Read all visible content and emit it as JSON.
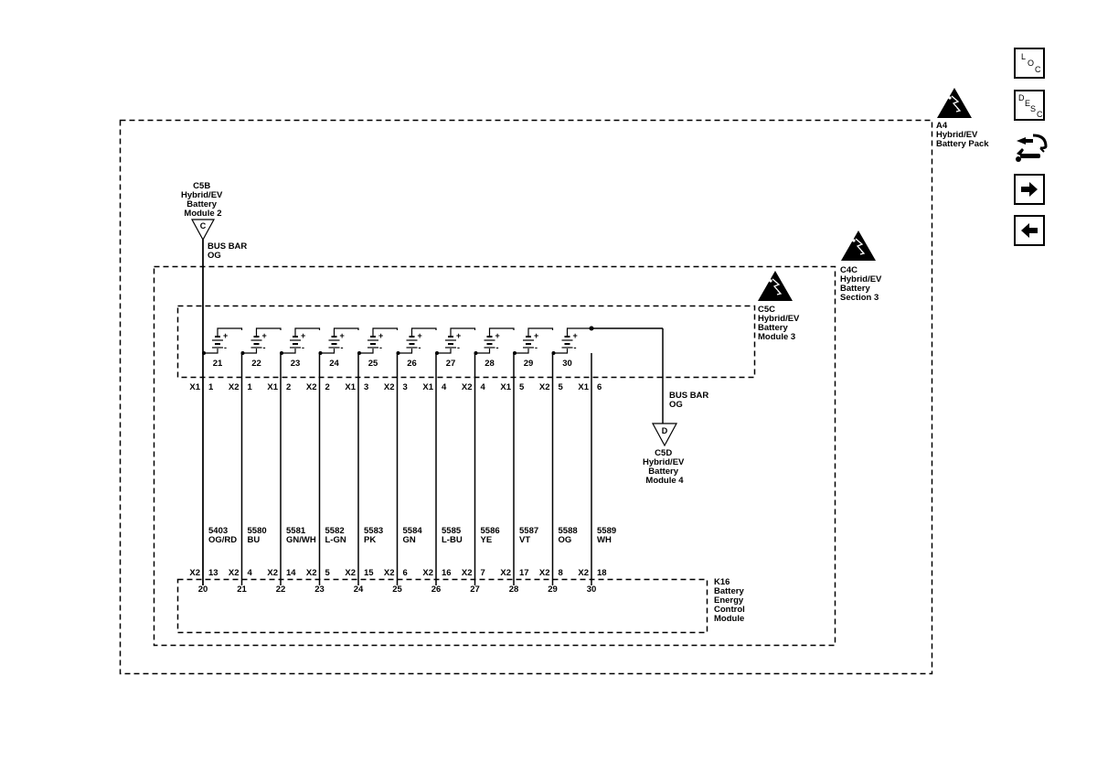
{
  "components": {
    "a4": {
      "id": "A4",
      "lines": [
        "Hybrid/EV",
        "Battery Pack"
      ]
    },
    "c4c": {
      "id": "C4C",
      "lines": [
        "Hybrid/EV",
        "Battery",
        "Section 3"
      ]
    },
    "c5c": {
      "id": "C5C",
      "lines": [
        "Hybrid/EV",
        "Battery",
        "Module 3"
      ]
    },
    "c5b": {
      "id": "C5B",
      "lines": [
        "Hybrid/EV",
        "Battery",
        "Module 2"
      ],
      "connector": "C"
    },
    "c5d": {
      "id": "C5D",
      "lines": [
        "Hybrid/EV",
        "Battery",
        "Module 4"
      ],
      "connector": "D"
    },
    "k16": {
      "id": "K16",
      "lines": [
        "Battery",
        "Energy",
        "Control",
        "Module"
      ]
    }
  },
  "bus_bars": [
    {
      "name": "BUS BAR",
      "color": "OG"
    },
    {
      "name": "BUS BAR",
      "color": "OG"
    }
  ],
  "cells": [
    "21",
    "22",
    "23",
    "24",
    "25",
    "26",
    "27",
    "28",
    "29",
    "30"
  ],
  "cell_polarity": {
    "positive": "+",
    "negative": "-"
  },
  "wires": [
    {
      "circuit": "5403",
      "color": "OG/RD",
      "top_conn": "X1",
      "top_pin": "1",
      "bottom_conn": "X2",
      "bottom_pin": "13",
      "bottom_index": "20"
    },
    {
      "circuit": "5580",
      "color": "BU",
      "top_conn": "X2",
      "top_pin": "1",
      "bottom_conn": "X2",
      "bottom_pin": "4",
      "bottom_index": "21"
    },
    {
      "circuit": "5581",
      "color": "GN/WH",
      "top_conn": "X1",
      "top_pin": "2",
      "bottom_conn": "X2",
      "bottom_pin": "14",
      "bottom_index": "22"
    },
    {
      "circuit": "5582",
      "color": "L-GN",
      "top_conn": "X2",
      "top_pin": "2",
      "bottom_conn": "X2",
      "bottom_pin": "5",
      "bottom_index": "23"
    },
    {
      "circuit": "5583",
      "color": "PK",
      "top_conn": "X1",
      "top_pin": "3",
      "bottom_conn": "X2",
      "bottom_pin": "15",
      "bottom_index": "24"
    },
    {
      "circuit": "5584",
      "color": "GN",
      "top_conn": "X2",
      "top_pin": "3",
      "bottom_conn": "X2",
      "bottom_pin": "6",
      "bottom_index": "25"
    },
    {
      "circuit": "5585",
      "color": "L-BU",
      "top_conn": "X1",
      "top_pin": "4",
      "bottom_conn": "X2",
      "bottom_pin": "16",
      "bottom_index": "26"
    },
    {
      "circuit": "5586",
      "color": "YE",
      "top_conn": "X2",
      "top_pin": "4",
      "bottom_conn": "X2",
      "bottom_pin": "7",
      "bottom_index": "27"
    },
    {
      "circuit": "5587",
      "color": "VT",
      "top_conn": "X1",
      "top_pin": "5",
      "bottom_conn": "X2",
      "bottom_pin": "17",
      "bottom_index": "28"
    },
    {
      "circuit": "5588",
      "color": "OG",
      "top_conn": "X2",
      "top_pin": "5",
      "bottom_conn": "X2",
      "bottom_pin": "8",
      "bottom_index": "29"
    },
    {
      "circuit": "5589",
      "color": "WH",
      "top_conn": "X1",
      "top_pin": "6",
      "bottom_conn": "X2",
      "bottom_pin": "18",
      "bottom_index": "30"
    }
  ],
  "nav": {
    "loc": [
      "L",
      "O",
      "C"
    ],
    "desc": [
      "D",
      "E",
      "S",
      "C"
    ],
    "icons": [
      "loc-icon",
      "desc-icon",
      "connector-wrench-icon",
      "arrow-right-icon",
      "arrow-left-icon"
    ]
  },
  "colors": {
    "line": "#000000",
    "background": "#ffffff"
  }
}
